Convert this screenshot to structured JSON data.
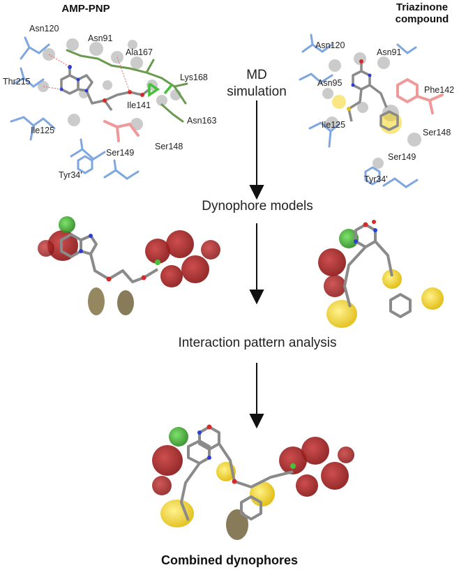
{
  "titles": {
    "left": "AMP-PNP",
    "right_line1": "Triazinone",
    "right_line2": "compound"
  },
  "steps": {
    "md_line1": "MD",
    "md_line2": "simulation",
    "dynophore": "Dynophore models",
    "interaction": "Interaction pattern analysis",
    "combined": "Combined dynophores"
  },
  "residues_left": [
    "Asn120",
    "Asn91",
    "Ala167",
    "Thr215",
    "Lys168",
    "Ile141",
    "Asn163",
    "Ile125",
    "Ser148",
    "Ser149",
    "Tyr34'"
  ],
  "residues_right": [
    "Asn120",
    "Asn91",
    "Asn95",
    "Phe142",
    "Ile125",
    "Ser148",
    "Ser149",
    "Tyr34'"
  ],
  "colors": {
    "protein_blue": "#7ea6e0",
    "ligand_grey": "#8a8a8a",
    "nitrogen_blue": "#2b3fd6",
    "oxygen_red": "#d42a2a",
    "acceptor_red": "#a31d1d",
    "donor_green": "#3cba2e",
    "hydrophobic_yellow": "#f2d31c",
    "pink_residue": "#ef9a9a",
    "arrow": "#111111"
  }
}
